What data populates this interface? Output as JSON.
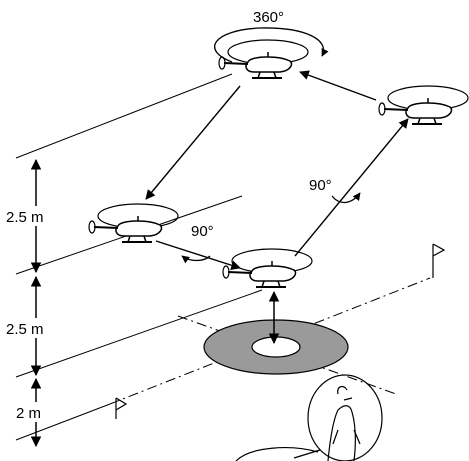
{
  "diagram": {
    "colors": {
      "line": "#000000",
      "pad": "#9a9a9a",
      "background": "#ffffff"
    },
    "labels": {
      "rotation_top": "360°",
      "rotation_right": "90°",
      "rotation_left": "90°",
      "height_top": "2.5 m",
      "height_middle": "2.5 m",
      "height_bottom": "2 m"
    },
    "icons": {
      "helicopter": "helicopter-icon",
      "flag": "flag-icon",
      "landing_pad": "landing-pad-icon",
      "pilot": "pilot-icon"
    }
  }
}
